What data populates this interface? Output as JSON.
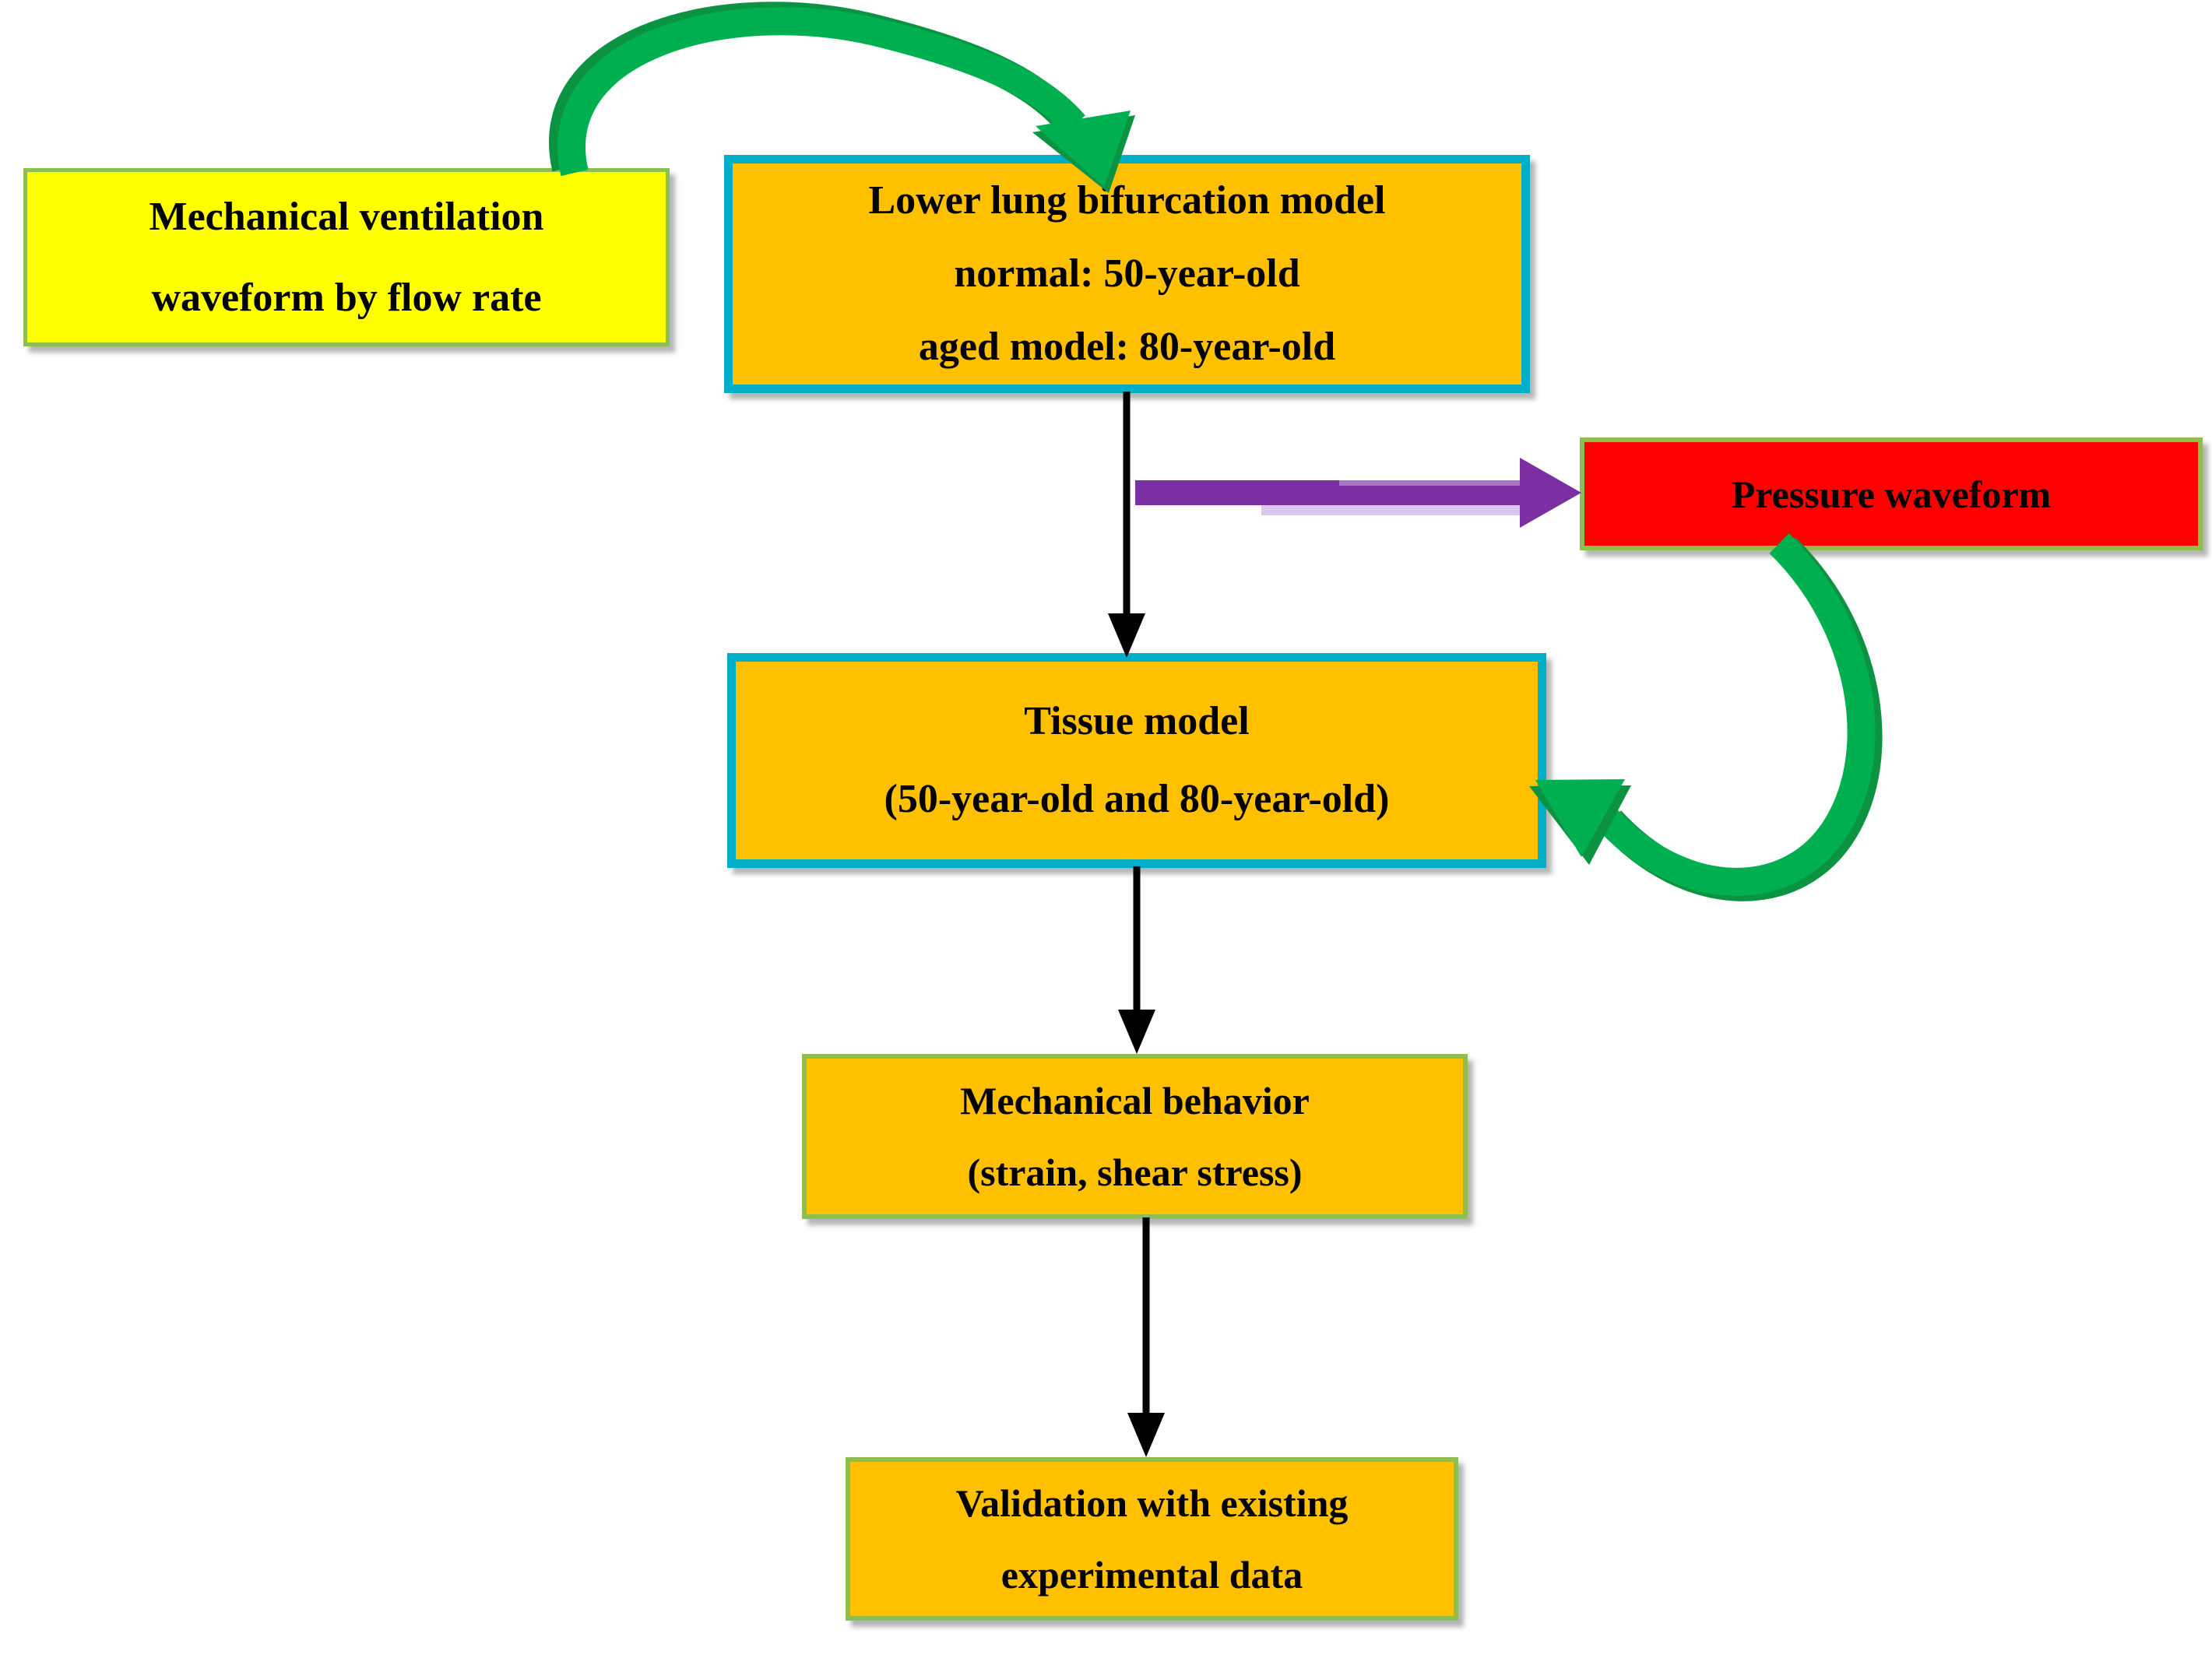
{
  "boxes": {
    "mech_vent": {
      "line1": "Mechanical ventilation",
      "line2": "waveform by flow rate",
      "fill": "#FFFF00",
      "border": "#8CBE50"
    },
    "lower_lung": {
      "line1": "Lower lung bifurcation model",
      "line2": "normal: 50-year-old",
      "line3": "aged model: 80-year-old",
      "fill": "#FFC000",
      "border": "#00AEC8"
    },
    "pressure": {
      "line1": "Pressure waveform",
      "fill": "#FF0000",
      "border": "#8CBE50"
    },
    "tissue": {
      "line1": "Tissue model",
      "line2": "(50-year-old and 80-year-old)",
      "fill": "#FFC000",
      "border": "#00AEC8"
    },
    "mech_behavior": {
      "line1": "Mechanical behavior",
      "line2": "(strain, shear stress)",
      "fill": "#FFC000",
      "border": "#8CBE50"
    },
    "validation": {
      "line1": "Validation with existing",
      "line2": "experimental data",
      "fill": "#FFC000",
      "border": "#8CBE50"
    }
  },
  "arrows": {
    "flow_to_model": {
      "from": "mech_vent",
      "to": "lower_lung",
      "style": "curved-ribbon",
      "color": "#00B050"
    },
    "model_to_pressure": {
      "from": "lower_lung",
      "to": "pressure",
      "style": "block",
      "color": "#7B2FA3"
    },
    "model_to_tissue": {
      "from": "lower_lung",
      "to": "tissue",
      "style": "line",
      "color": "#000000"
    },
    "pressure_to_tissue": {
      "from": "pressure",
      "to": "tissue",
      "style": "curved-ribbon",
      "color": "#00B050"
    },
    "tissue_to_behavior": {
      "from": "tissue",
      "to": "mech_behavior",
      "style": "line",
      "color": "#000000"
    },
    "behavior_to_validation": {
      "from": "mech_behavior",
      "to": "validation",
      "style": "line",
      "color": "#000000"
    }
  },
  "colors": {
    "background": "#FFFFFF",
    "text": "#000000",
    "box_orange": "#FFC000",
    "box_yellow": "#FFFF00",
    "box_red": "#FF0000",
    "border_cyan": "#00AEC8",
    "border_green": "#8CBE50",
    "arrow_green": "#00B050",
    "arrow_green_dark": "#0C9342",
    "arrow_purple": "#7B2FA3",
    "arrow_purple_light_top": "#A874C6",
    "arrow_purple_light_bottom": "#DCC6EE",
    "arrow_black": "#000000"
  }
}
